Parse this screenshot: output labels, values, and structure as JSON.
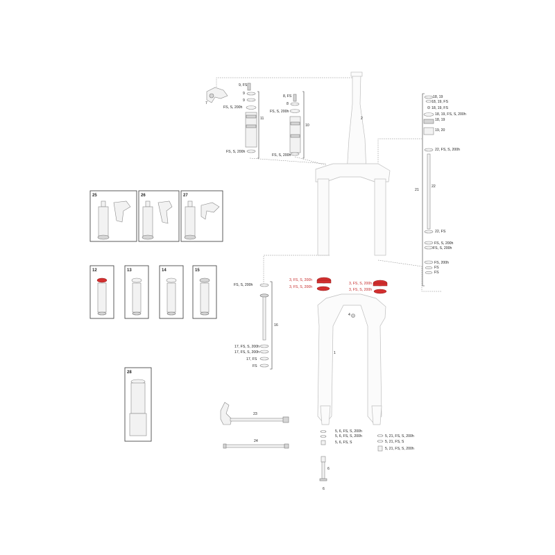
{
  "labels": {
    "p2": "2",
    "p7": "7",
    "p9fs": "9, FS",
    "p9a": "9",
    "p9b": "9",
    "p9fs200": "FS, S, 200h",
    "p11": "11",
    "p11fs": "FS, S, 200h",
    "p8fs": "8, FS",
    "p8": "8",
    "p8fs200": "FS, S, 200h",
    "p10": "10",
    "p10fs": "FS, S, 200h",
    "r1": "18, 19",
    "r2": "18, 19, FS",
    "r3": "18, 19, FS",
    "r4": "18, 19, FS, S, 200h",
    "r5": "18, 19",
    "r6": "19, 20",
    "r7": "22, FS, S, 200h",
    "r21": "21",
    "r22": "22",
    "r8": "22, FS",
    "r9": "FS, S, 200h",
    "r10": "FS, S, 200h",
    "r11": "FS, 200h",
    "r12": "FS",
    "r13": "FS",
    "b25": "25",
    "b26": "26",
    "b27": "27",
    "b12": "12",
    "b13": "13",
    "b14": "14",
    "b15": "15",
    "b28": "28",
    "s16top": "FS, S, 200h",
    "s16": "16",
    "s17a": "17, FS, S, 200h",
    "s17b": "17, FS, S, 200h",
    "s17c": "17, FS",
    "s17d": "FS",
    "red1a": "3, FS, S, 200h",
    "red1b": "3, FS, S, 200h",
    "red2a": "3, FS, S, 200h",
    "red2b": "3, FS, S, 200h",
    "p4": "4",
    "p1": "1",
    "p23": "23",
    "p24": "24",
    "bl1": "5, 6, FS, S, 200h",
    "bl2": "5, 6, FS, S, 200h",
    "bl3": "5, 6, FS, S",
    "bl6": "6",
    "bl6b": "6",
    "br1": "5, 21, FS, S, 200h",
    "br2": "5, 21, FS, S",
    "br3": "5, 21, FS, S, 200h"
  },
  "colors": {
    "accent_red": "#d32f2f"
  }
}
